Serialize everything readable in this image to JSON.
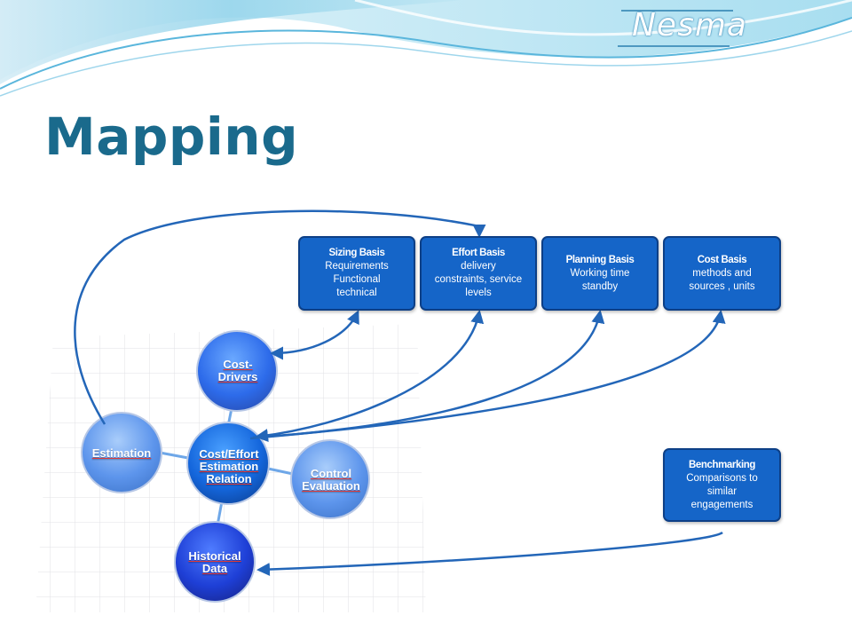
{
  "slide": {
    "title": "Mapping",
    "logo_text": "Nesma"
  },
  "boxes": {
    "sizing": {
      "title": "Sizing Basis",
      "body": "Requirements\nFunctional\ntechnical"
    },
    "effort": {
      "title": "Effort Basis",
      "body": "delivery\nconstraints, service\nlevels"
    },
    "planning": {
      "title": "Planning Basis",
      "body": "Working time\nstandby"
    },
    "cost": {
      "title": "Cost Basis",
      "body": "methods and\nsources , units"
    },
    "benchmarking": {
      "title": "Benchmarking",
      "body": "Comparisons to\nsimilar\nengagements"
    }
  },
  "circles": {
    "cost_drivers": "Cost-\nDrivers",
    "estimation": "Estimation",
    "central": "Cost/Effort\nEstimation\nRelation",
    "control": "Control\nEvaluation",
    "historical": "Historical\nData"
  },
  "colors": {
    "title": "#1a6a8c",
    "box_fill": "#1565c8",
    "arrow": "#2366b8",
    "header_wave": "#7ec8e6"
  }
}
